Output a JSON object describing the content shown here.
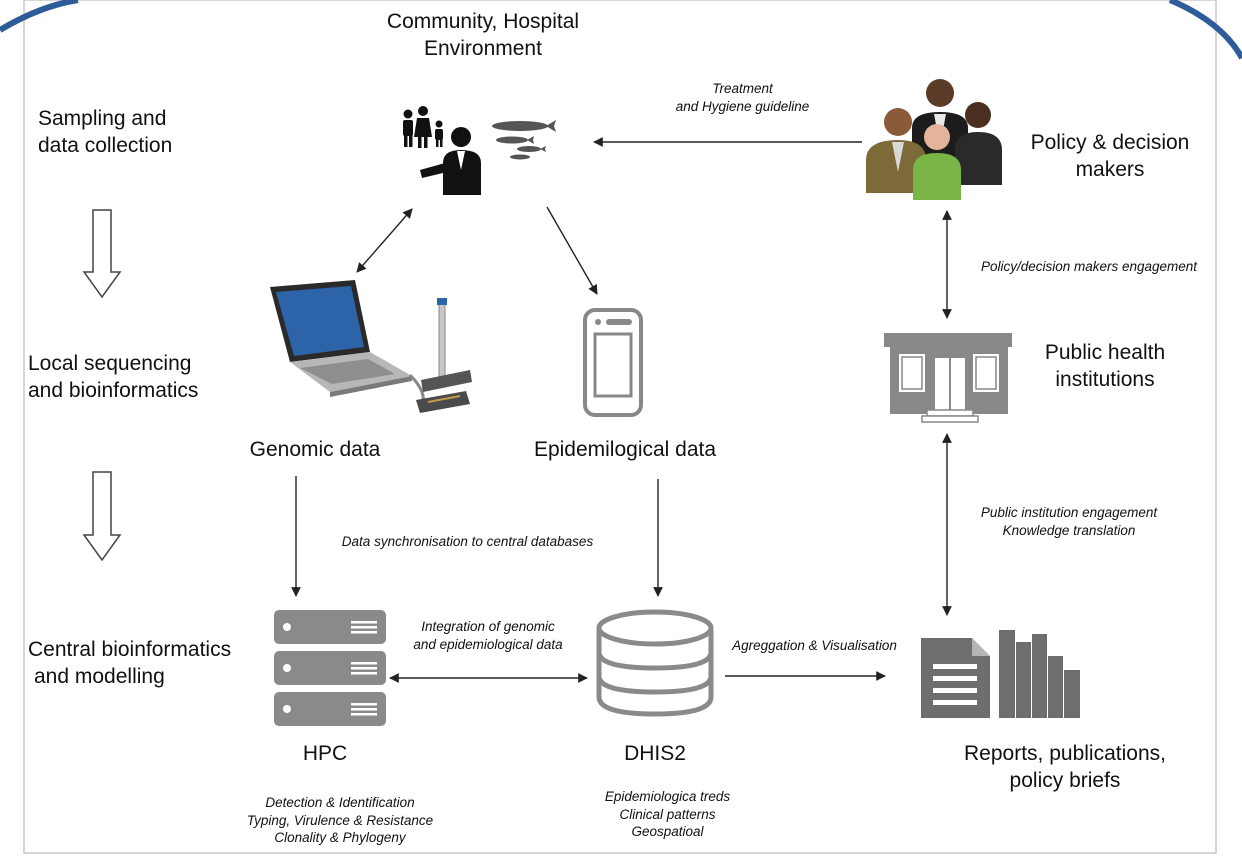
{
  "stages": {
    "sampling": [
      "Sampling and",
      "data collection"
    ],
    "local": [
      "Local sequencing",
      "and bioinformatics"
    ],
    "central": [
      "Central bioinformatics",
      "and modelling"
    ]
  },
  "nodes": {
    "community": [
      "Community, Hospital",
      "Environment"
    ],
    "policy": [
      "Policy & decision",
      "makers"
    ],
    "public_health": [
      "Public health",
      "institutions"
    ],
    "genomic": "Genomic data",
    "epidemiological": "Epidemilogical data",
    "hpc": "HPC",
    "dhis2": "DHIS2",
    "reports": [
      "Reports, publications,",
      "policy briefs"
    ]
  },
  "annotations": {
    "treatment": [
      "Treatment",
      "and Hygiene guideline"
    ],
    "policy_engagement": "Policy/decision makers engagement",
    "institution_engagement": [
      "Public institution engagement",
      "Knowledge translation"
    ],
    "data_sync": "Data synchronisation to central databases",
    "integration": [
      "Integration of genomic",
      "and epidemiological data"
    ],
    "aggregation": "Agreggation & Visualisation",
    "hpc_outputs": [
      "Detection & Identification",
      "Typing, Virulence & Resistance",
      "Clonality & Phylogeny"
    ],
    "dhis2_outputs": [
      "Epidemiologica treds",
      "Clinical patterns",
      "Geospatioal"
    ]
  },
  "colors": {
    "frame_blue": "#2e5c9a",
    "icon_gray": "#8a8a8a",
    "icon_dark": "#6e6e6e",
    "arrow": "#222222",
    "border": "#c8c8c8"
  }
}
